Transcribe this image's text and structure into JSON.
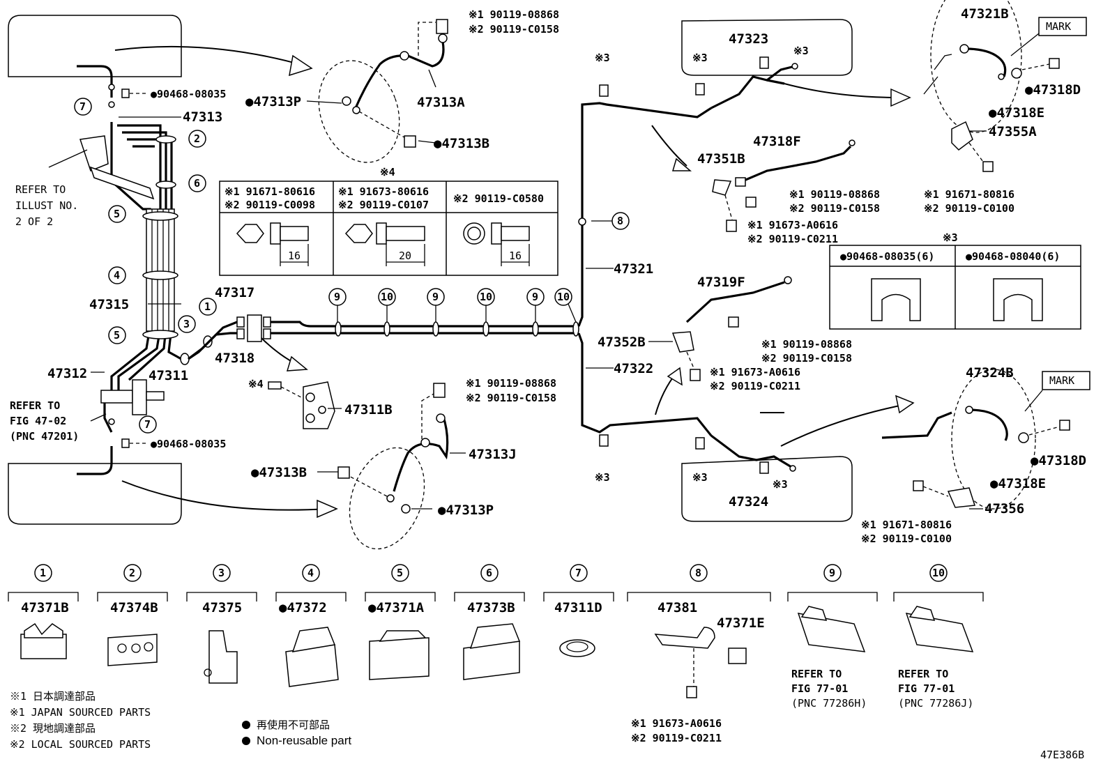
{
  "diagram_code": "47E386B",
  "notes": {
    "ref_illust": [
      "REFER TO",
      "ILLUST NO.",
      "2 OF 2"
    ],
    "ref_fig4702": [
      "REFER TO",
      "FIG 47-02",
      "(PNC 47201)"
    ],
    "mark": "MARK"
  },
  "callouts": {
    "c_47313": "47313",
    "c_47313P_top": "●47313P",
    "c_47313A": "47313A",
    "c_47313B_top": "●47313B",
    "c_47315": "47315",
    "c_47317": "47317",
    "c_47318": "47318",
    "c_47312": "47312",
    "c_47311": "47311",
    "c_47311B": "47311B",
    "c_47313J": "47313J",
    "c_47313B_bot": "●47313B",
    "c_47313P_bot": "●47313P",
    "c_90468_top": "●90468-08035",
    "c_90468_bot": "●90468-08035",
    "c_47321": "47321",
    "c_47322": "47322",
    "c_47323": "47323",
    "c_47324": "47324",
    "c_47351B": "47351B",
    "c_47318F": "47318F",
    "c_47319F": "47319F",
    "c_47352B": "47352B",
    "c_47321B": "47321B",
    "c_47318D_top": "●47318D",
    "c_47318E_top": "●47318E",
    "c_47355A": "47355A",
    "c_47324B": "47324B",
    "c_47318D_bot": "●47318D",
    "c_47318E_bot": "●47318E",
    "c_47356": "47356",
    "star4": "※4",
    "star3_a": "※3",
    "star3_b": "※3",
    "star3_c": "※3",
    "star3_d": "※3",
    "star3_e": "※3",
    "star3_f": "※3",
    "star3_g": "※3",
    "star4_bolt": "※4"
  },
  "bolt_labels": {
    "top_mid": [
      "※1 90119-08868",
      "※2 90119-C0158"
    ],
    "bot_mid": [
      "※1 90119-08868",
      "※2 90119-C0158"
    ],
    "r1": [
      "※1 90119-08868",
      "※2 90119-C0158"
    ],
    "r2": [
      "※1 91673-A0616",
      "※2 90119-C0211"
    ],
    "r3": [
      "※1 90119-08868",
      "※2 90119-C0158"
    ],
    "r4": [
      "※1 91673-A0616",
      "※2 90119-C0211"
    ],
    "tr": [
      "※1 91671-80816",
      "※2 90119-C0100"
    ],
    "br": [
      "※1 91671-80816",
      "※2 90119-C0100"
    ],
    "bottom": [
      "※1 91673-A0616",
      "※2 90119-C0211"
    ]
  },
  "bolt_table": {
    "header": "※4",
    "cols": [
      {
        "l1": "※1 91671-80616",
        "l2": "※2 90119-C0098",
        "dim": "16"
      },
      {
        "l1": "※1 91673-80616",
        "l2": "※2 90119-C0107",
        "dim": "20"
      },
      {
        "l1": "※2 90119-C0580",
        "l2": "",
        "dim": "16"
      }
    ]
  },
  "clip_table": {
    "header": "※3",
    "cols": [
      "●90468-08035(6)",
      "●90468-08040(6)"
    ]
  },
  "circle_numbers": {
    "n1": "1",
    "n2": "2",
    "n3": "3",
    "n4": "4",
    "n5a": "5",
    "n5b": "5",
    "n6": "6",
    "n7a": "7",
    "n7b": "7",
    "n8": "8",
    "n9a": "9",
    "n9b": "9",
    "n9c": "9",
    "n10a": "10",
    "n10b": "10",
    "n10c": "10"
  },
  "legend_parts": [
    {
      "num": "1",
      "pn": "47371B"
    },
    {
      "num": "2",
      "pn": "47374B"
    },
    {
      "num": "3",
      "pn": "47375"
    },
    {
      "num": "4",
      "pn": "●47372"
    },
    {
      "num": "5",
      "pn": "●47371A"
    },
    {
      "num": "6",
      "pn": "47373B"
    },
    {
      "num": "7",
      "pn": "47311D"
    },
    {
      "num": "8",
      "pn": "47381",
      "pn2": "47371E"
    },
    {
      "num": "9",
      "ref": [
        "REFER TO",
        "FIG 77-01",
        "(PNC 77286H)"
      ]
    },
    {
      "num": "10",
      "ref": [
        "REFER TO",
        "FIG 77-01",
        "(PNC 77286J)"
      ]
    }
  ],
  "footnotes": {
    "j1": "※1 日本調達部品",
    "e1": "※1 JAPAN SOURCED PARTS",
    "j2": "※2 現地調達部品",
    "e2": "※2 LOCAL SOURCED PARTS",
    "nr_j": "再使用不可部品",
    "nr_e": "Non-reusable part"
  }
}
